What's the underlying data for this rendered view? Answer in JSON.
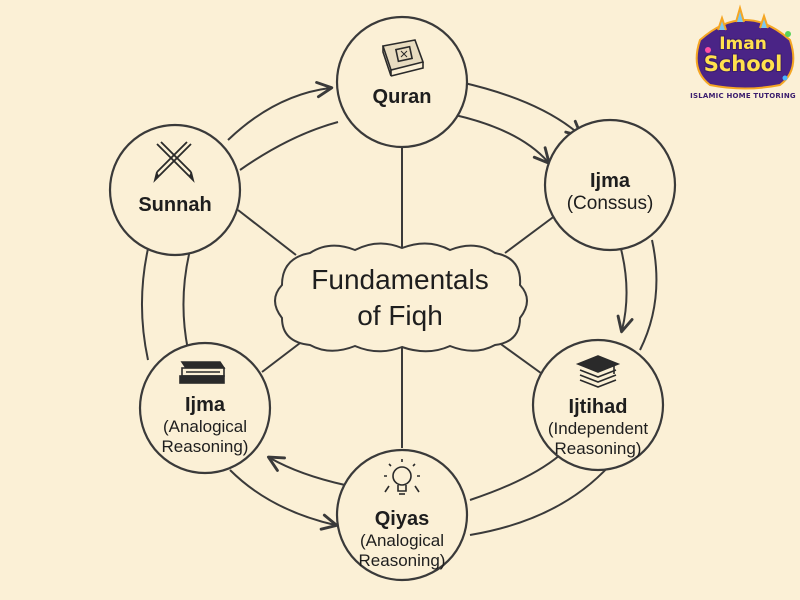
{
  "center": {
    "line1": "Fundamentals",
    "line2": "of Fiqh"
  },
  "nodes": {
    "quran": {
      "title": "Quran",
      "icon": "book-icon"
    },
    "ijma_top": {
      "title": "Ijma",
      "subtitle": "(Conssus)",
      "icon": "none"
    },
    "ijtihad": {
      "title": "Ijtihad",
      "subtitle1": "(Independent",
      "subtitle2": "Reasoning)",
      "icon": "graduation-cap-icon"
    },
    "qiyas": {
      "title": "Qiyas",
      "subtitle1": "(Analogical",
      "subtitle2": "Reasoning)",
      "icon": "lightbulb-icon"
    },
    "ijma_left": {
      "title": "Ijma",
      "subtitle1": "(Analogical",
      "subtitle2": "Reasoning)",
      "icon": "books-icon"
    },
    "sunnah": {
      "title": "Sunnah",
      "icon": "crossed-pens-icon"
    }
  },
  "logo": {
    "line1": "Iman",
    "line2": "School",
    "tagline": "ISLAMIC HOME TUTORING"
  },
  "colors": {
    "background": "#fbf0d6",
    "node_fill": "#fbf0d6",
    "stroke": "#3a3a3a",
    "logo_purple": "#4a2486",
    "logo_yellow": "#ffe14d"
  }
}
